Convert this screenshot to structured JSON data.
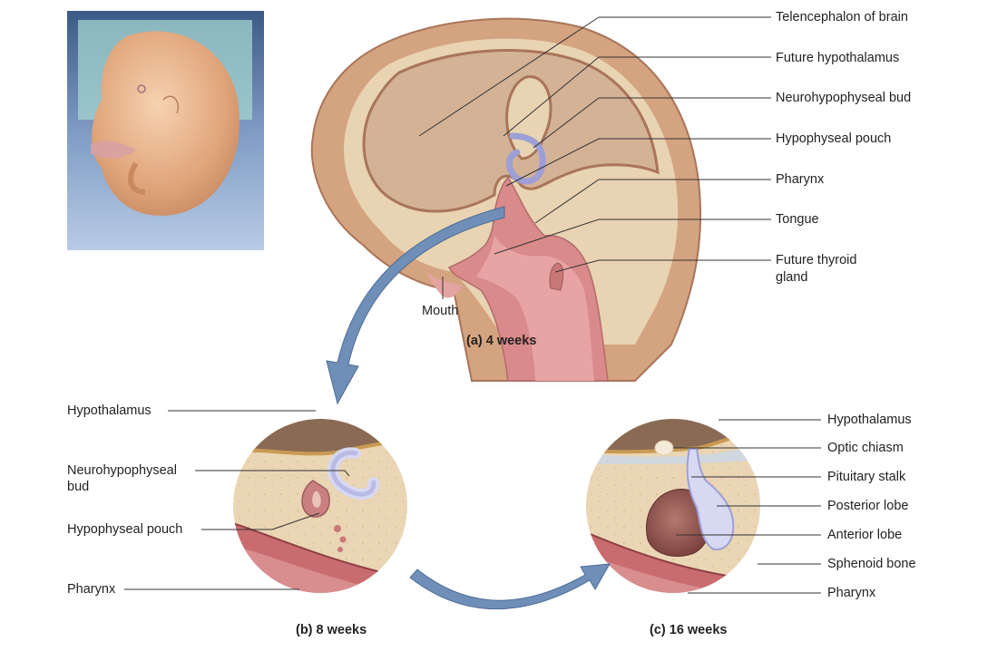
{
  "panel_a": {
    "caption": "(a)  4 weeks",
    "labels": {
      "telencephalon": "Telencephalon of brain",
      "future_hypothalamus": "Future hypothalamus",
      "neurohypophyseal_bud": "Neurohypophyseal bud",
      "hypophyseal_pouch": "Hypophyseal pouch",
      "pharynx": "Pharynx",
      "tongue": "Tongue",
      "future_thyroid_line1": "Future thyroid",
      "future_thyroid_line2": "gland",
      "mouth": "Mouth"
    }
  },
  "panel_b": {
    "caption": "(b)  8 weeks",
    "labels": {
      "hypothalamus": "Hypothalamus",
      "neurohypophyseal_line1": "Neurohypophyseal",
      "neurohypophyseal_line2": "bud",
      "hypophyseal_pouch": "Hypophyseal pouch",
      "pharynx": "Pharynx"
    }
  },
  "panel_c": {
    "caption": "(c)  16 weeks",
    "labels": {
      "hypothalamus": "Hypothalamus",
      "optic_chiasm": "Optic chiasm",
      "pituitary_stalk": "Pituitary stalk",
      "posterior_lobe": "Posterior lobe",
      "anterior_lobe": "Anterior lobe",
      "sphenoid_bone": "Sphenoid bone",
      "pharynx": "Pharynx"
    }
  },
  "colors": {
    "tissue": "#d9b08c",
    "tissue_light": "#e8d3b2",
    "outline": "#a9755a",
    "pink": "#d98a8a",
    "purple": "#9d9fd6",
    "arrow": "#6f8fb8",
    "leader": "#333333"
  }
}
